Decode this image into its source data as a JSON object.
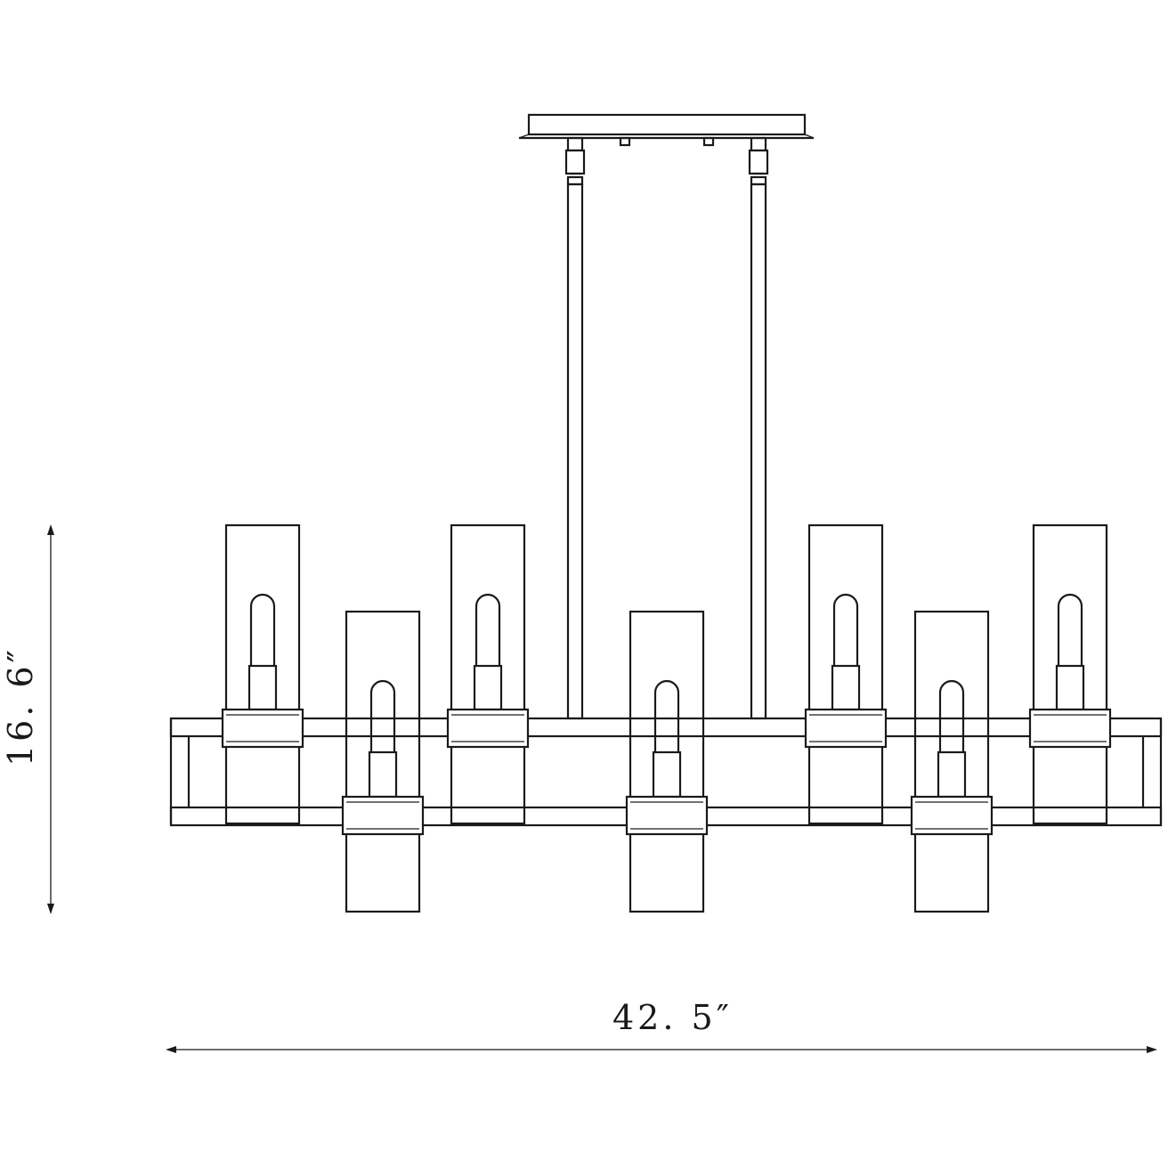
{
  "dimensions": {
    "width_label": "42. 5″",
    "height_label": "16. 6″"
  },
  "fixture": {
    "lamp_count": 7,
    "upper_lamps": 4,
    "lower_lamps": 3
  },
  "colors": {
    "line": "#1a1a1a",
    "background": "#ffffff"
  }
}
